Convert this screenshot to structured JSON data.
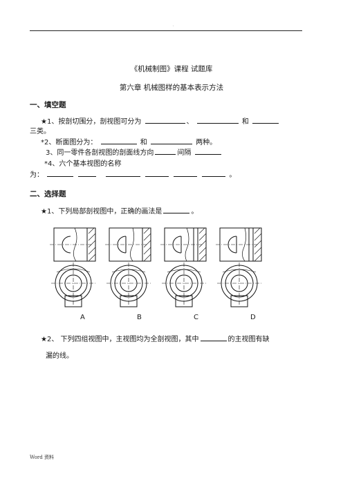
{
  "header": {
    "mark": "."
  },
  "title": "《机械制图》课程  试题库",
  "chapter": "第六章  机械图样的基本表示方法",
  "section1": {
    "heading": "一、填空题",
    "q1": {
      "a": "★1、按剖切围分，剖视图可分为",
      "sep": "、",
      "and": "和",
      "tail": "三类。"
    },
    "q2": {
      "a": "*2、断面图分为：",
      "and": "和",
      "tail": "两种。"
    },
    "q3": {
      "a": "3、同一零件各剖视图的剖面线方向",
      "b": "间隔"
    },
    "q4": {
      "a": "*4、六个基本视图的名称",
      "b": "为：",
      "end": "。"
    }
  },
  "section2": {
    "heading": "二、选择题",
    "q1": {
      "a": "★1、下列局部剖视图中，正确的画法是",
      "end": "。"
    },
    "options": [
      "A",
      "B",
      "C",
      "D"
    ],
    "q2": {
      "a": "★2、  下列四组视图中，主视图均为全剖视图，其中",
      "b": "的主视图有缺",
      "c": "漏的线。"
    }
  },
  "footer": "Word 资料"
}
